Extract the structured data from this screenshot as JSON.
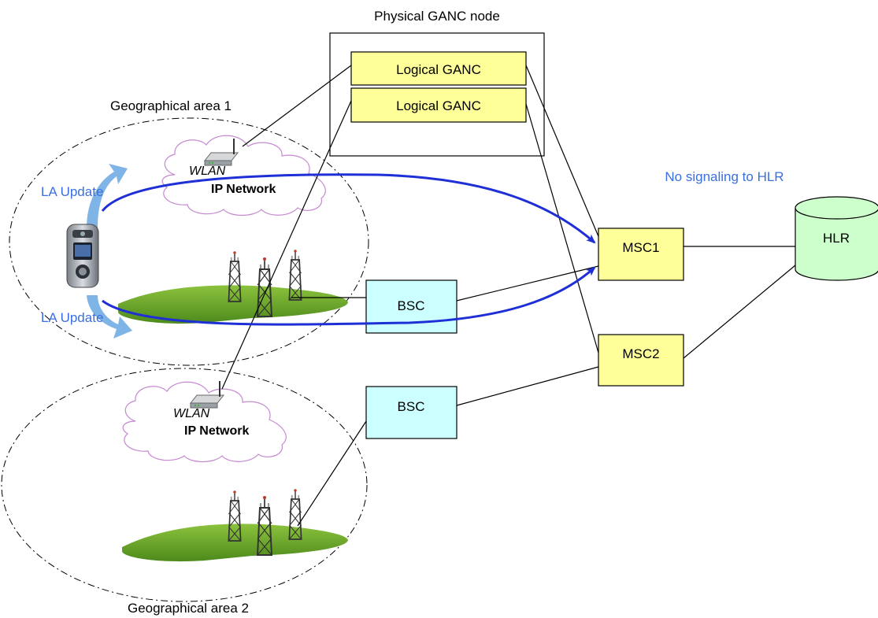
{
  "physical_node": {
    "title": "Physical GANC node"
  },
  "logical_ganc": [
    {
      "label": "Logical GANC"
    },
    {
      "label": "Logical GANC"
    }
  ],
  "areas": {
    "area1": "Geographical area 1",
    "area2": "Geographical area 2"
  },
  "wlan": [
    {
      "line1": "WLAN",
      "line2": "IP Network"
    },
    {
      "line1": "WLAN",
      "line2": "IP Network"
    }
  ],
  "la_update": [
    "LA Update",
    "LA Update"
  ],
  "bsc": [
    {
      "label": "BSC"
    },
    {
      "label": "BSC"
    }
  ],
  "msc": [
    {
      "label": "MSC1"
    },
    {
      "label": "MSC2"
    }
  ],
  "hlr": {
    "label": "HLR"
  },
  "note": "No signaling to HLR",
  "colors": {
    "logical_ganc_fill": "#ffff99",
    "bsc_fill": "#ccffff",
    "msc_fill": "#ffff99",
    "hlr_fill": "#ccffcc",
    "flow_arrow": "#1f2fd6",
    "note_text": "#3b6fe0",
    "cloud_outline": "#c58ad0",
    "grass": "#6aa62a",
    "update_arrow": "#7fb5e6"
  }
}
